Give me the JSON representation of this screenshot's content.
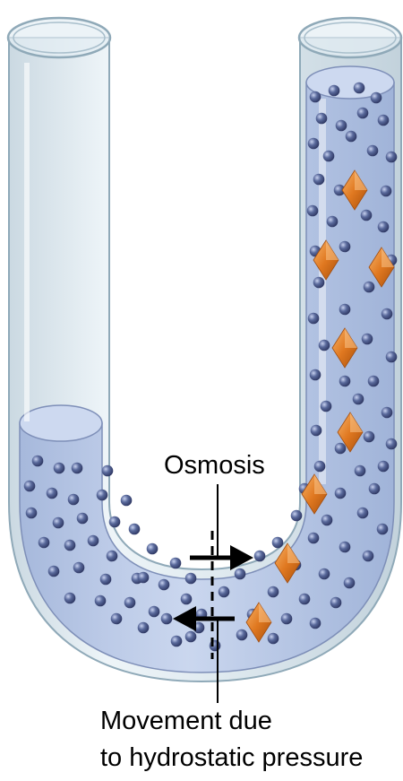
{
  "labels": {
    "osmosis": "Osmosis",
    "hydrostatic_line1": "Movement due",
    "hydrostatic_line2": "to hydrostatic pressure"
  },
  "colors": {
    "glass": "#d3e3ec",
    "glass_edge": "#8fa9b8",
    "solution": "#b3c4e6",
    "solution_edge": "#7e8fb8",
    "water_molecule": "#4a5a8a",
    "solute_particle": "#e07820",
    "arrow": "#000000"
  },
  "icons": {
    "water_molecule": "sphere",
    "solute_particle": "orange-diamond",
    "membrane": "dashed-line",
    "osmosis_arrow": "arrow-right",
    "hydrostatic_arrow": "arrow-left"
  }
}
